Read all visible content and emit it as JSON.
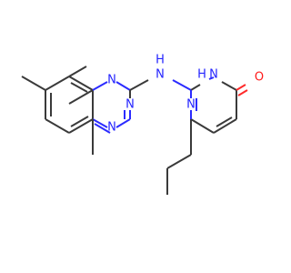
{
  "molecule": {
    "atoms": {
      "n_quin_1": "N",
      "n_quin_3": "N",
      "n_amine": "N",
      "h_amine": "H",
      "n_pyr_1": "N",
      "n_pyr_3": "N",
      "h_pyr_3": "H",
      "o_carbonyl": "O"
    },
    "colors": {
      "carbon_bond": "#3a3a3a",
      "nitrogen": "#2424ff",
      "oxygen": "#ff1a1a"
    }
  }
}
